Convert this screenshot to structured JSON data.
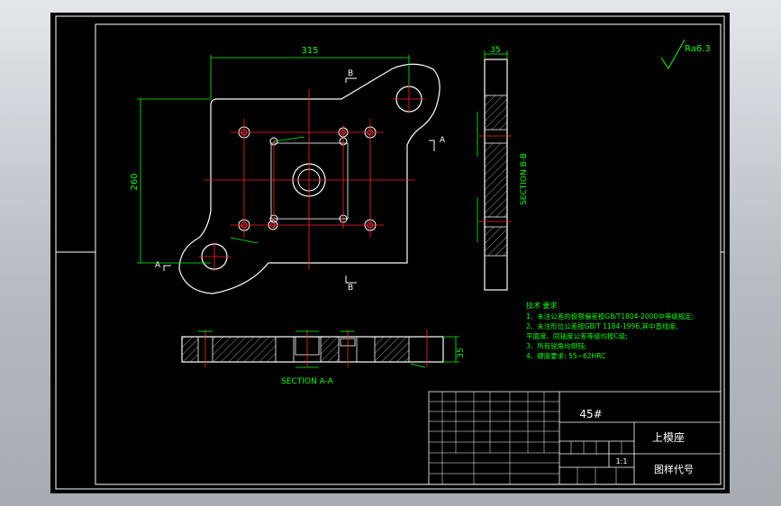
{
  "drawing": {
    "roughness_symbol": "Ra6.3",
    "dimensions": {
      "top_width": "315",
      "left_height": "260",
      "side_width": "35",
      "section_height": "35"
    },
    "section_markers": {
      "a_left": "A",
      "a_right": "A",
      "b_top": "B",
      "b_bottom": "B"
    },
    "section_aa_label": "SECTION A-A",
    "section_bb_label": "SECTION B-B",
    "technical_requirements": {
      "heading": "技术 要求",
      "items": [
        "1、未注公差的极限偏差按GB/T1804-2000中等级规定;",
        "2、未注形位公差按GB/T 1184-1996,其中直线度、",
        "    平面度、同轴度公差等级均按C级;",
        "3、所有锐角均倒钝;",
        "4、硬度要求: 55~62HRC"
      ]
    },
    "title_block": {
      "material": "45#",
      "part_name": "上模座",
      "drawing_number_label": "图样代号",
      "scale": "1:1"
    }
  }
}
